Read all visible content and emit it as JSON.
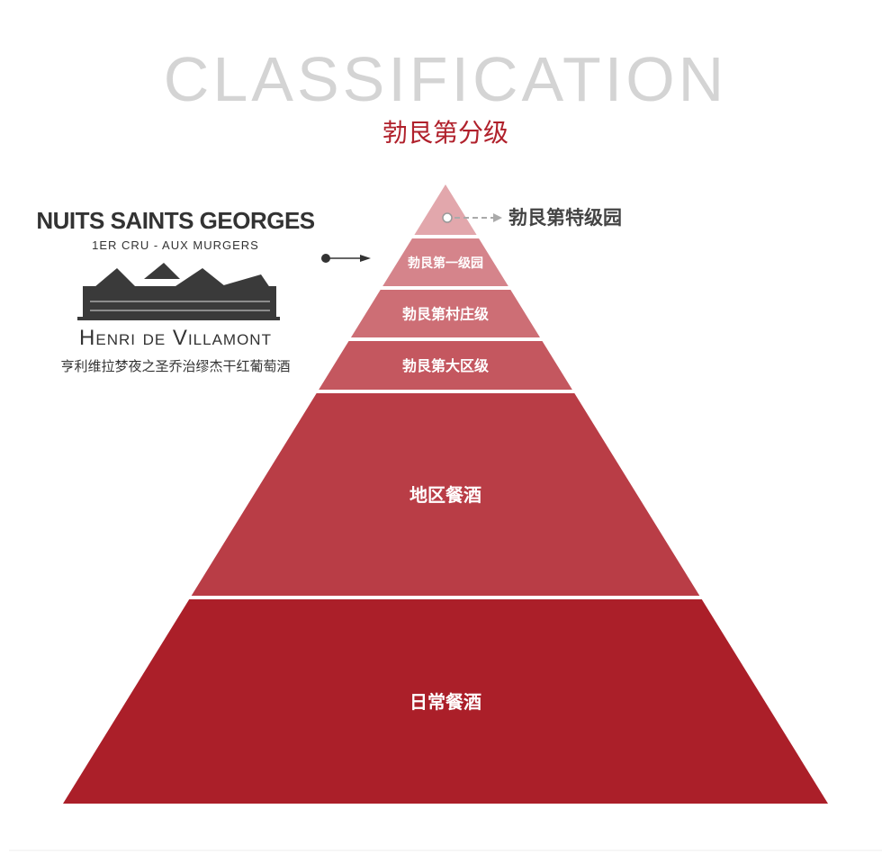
{
  "header": {
    "title": "CLASSIFICATION",
    "subtitle": "勃艮第分级"
  },
  "wine": {
    "name": "NUITS SAINTS GEORGES",
    "cru": "1er Cru - Aux Murgers",
    "producer": "Henri de Villamont",
    "chinese_name": "亨利维拉梦夜之圣乔治缪杰干红葡萄酒"
  },
  "pyramid": {
    "top_label": "勃艮第特级园",
    "levels": [
      {
        "label": "",
        "color": "#e2a7ac"
      },
      {
        "label": "勃艮第一级园",
        "color": "#d5848b"
      },
      {
        "label": "勃艮第村庄级",
        "color": "#cd6e75"
      },
      {
        "label": "勃艮第大区级",
        "color": "#c4575f"
      },
      {
        "label": "地区餐酒",
        "color": "#b93d46"
      },
      {
        "label": "日常餐酒",
        "color": "#ab1f29"
      }
    ]
  }
}
